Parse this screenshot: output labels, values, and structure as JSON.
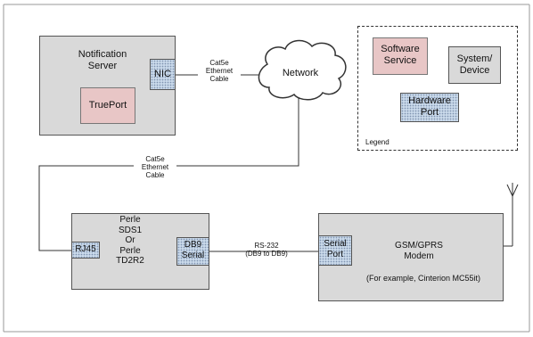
{
  "diagram": {
    "notification_server": {
      "title": "Notification\nServer",
      "nic_label": "NIC",
      "trueport_label": "TruePort"
    },
    "network": {
      "label": "Network"
    },
    "cable_top": {
      "label": "Cat5e\nEthernet\nCable"
    },
    "cable_left": {
      "label": "Cat5e\nEthernet\nCable"
    },
    "perle": {
      "title": "Perle\nSDS1\nOr\nPerle\nTD2R2",
      "rj45_label": "RJ45",
      "db9_label": "DB9\nSerial"
    },
    "rs232": {
      "label": "RS-232\n(DB9 to DB9)"
    },
    "modem": {
      "serial_port_label": "Serial\nPort",
      "title": "GSM/GPRS\nModem",
      "note": "(For example, Cinterion MC55it)"
    },
    "legend": {
      "title": "Legend",
      "software_service": "Software\nService",
      "system_device": "System/\nDevice",
      "hardware_port": "Hardware\nPort"
    }
  }
}
